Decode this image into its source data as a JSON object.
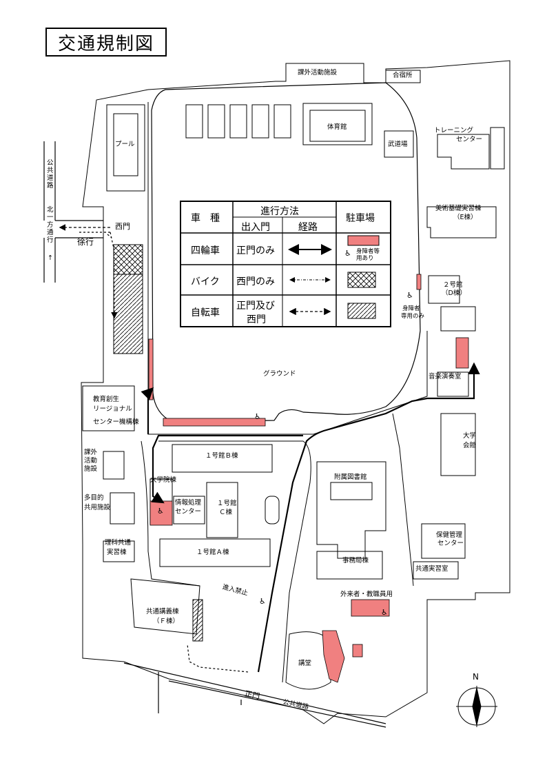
{
  "title": "交通規制図",
  "colors": {
    "accessible_parking": "#f08080",
    "line": "#000000"
  },
  "legend": {
    "header_type": "車　種",
    "header_method": "進行方法",
    "header_gate": "出入門",
    "header_route": "経路",
    "header_parking": "駐車場",
    "rows": [
      {
        "type": "四輪車",
        "gate": "正門のみ",
        "parking_note_1": "身障者等",
        "parking_note_2": "用あり"
      },
      {
        "type": "バイク",
        "gate": "西門のみ"
      },
      {
        "type": "自転車",
        "gate_1": "正門及び",
        "gate_2": "西門"
      }
    ]
  },
  "labels": {
    "extracurricular_top": "課外活動施設",
    "dormitory": "合宿所",
    "gym": "体育館",
    "budo": "武道場",
    "training_1": "トレーニング",
    "training_2": "センター",
    "pool": "プール",
    "public_road_v": "公共道路",
    "north_oneway": "北一方通行",
    "arrow_up": "↑",
    "west_gate": "西門",
    "slow": "徐行",
    "art_1": "美術基礎実習棟",
    "art_2": "（E棟）",
    "bldg2_1": "２号館",
    "bldg2_2": "（D棟）",
    "disabled_only_1": "身障者",
    "disabled_only_2": "専用のみ",
    "ground": "グラウンド",
    "music": "音楽演奏室",
    "edu_1": "教育創生",
    "edu_2": "リージョナル",
    "edu_3": "センター機構棟",
    "university_hall_1": "大学",
    "university_hall_2": "会館",
    "extracurricular_left_1": "課外",
    "extracurricular_left_2": "活動",
    "extracurricular_left_3": "施設",
    "bldg1b": "１号館Ｂ棟",
    "graduate": "大学院棟",
    "info_1": "情報処理",
    "info_2": "センター",
    "bldg1c_1": "１号館",
    "bldg1c_2": "Ｃ棟",
    "library": "附属図書館",
    "multi_1": "多目的",
    "multi_2": "共用施設",
    "health_1": "保健管理",
    "health_2": "センター",
    "science_1": "理科共通",
    "science_2": "実習棟",
    "bldg1a": "１号館Ａ棟",
    "admin": "事務局棟",
    "common_practice": "共通実習室",
    "no_entry": "進入禁止",
    "visitor": "外来者・教職員用",
    "common_lecture_1": "共通講義棟",
    "common_lecture_2": "（Ｆ棟）",
    "auditorium": "講堂",
    "main_gate": "正門",
    "public_road_h": "公共道路",
    "north": "N"
  }
}
